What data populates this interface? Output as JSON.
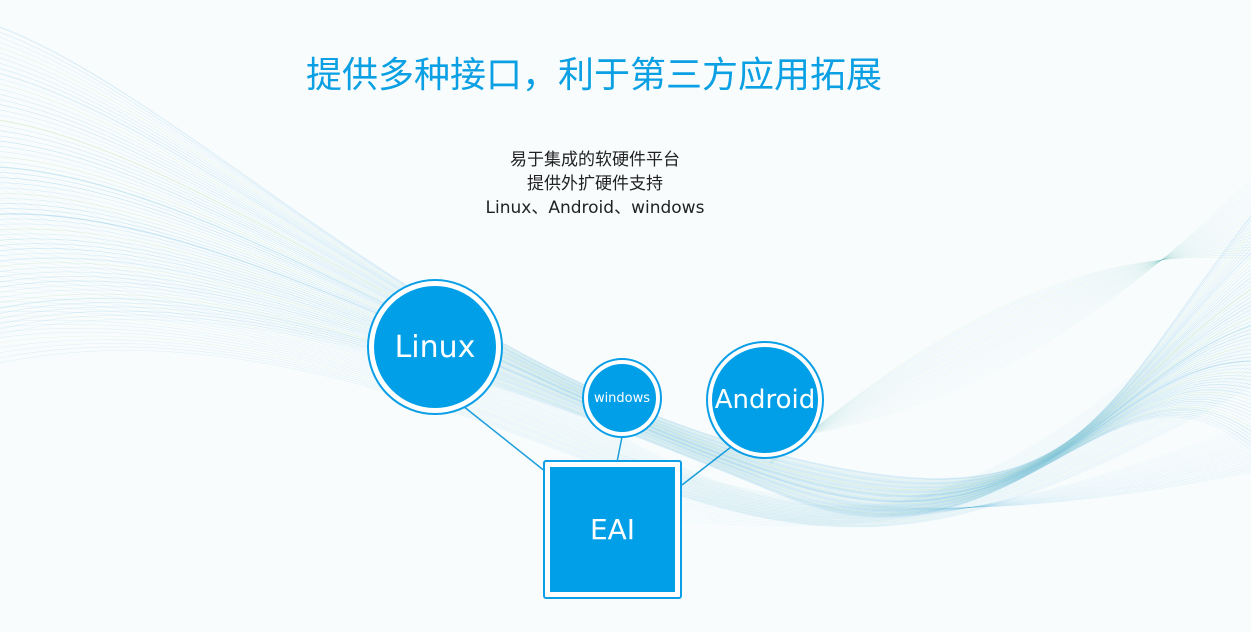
{
  "title": "提供多种接口，利于第三方应用拓展",
  "description": [
    "易于集成的软硬件平台",
    "提供外扩硬件支持",
    "Linux、Android、windows"
  ],
  "nodes": {
    "linux": "Linux",
    "windows": "windows",
    "android": "Android",
    "core": "EAI"
  },
  "colors": {
    "accent": "#009fe8",
    "title": "#0aa0e3",
    "wave_blue": "#3d9fd8",
    "wave_green": "#7fc66f"
  }
}
